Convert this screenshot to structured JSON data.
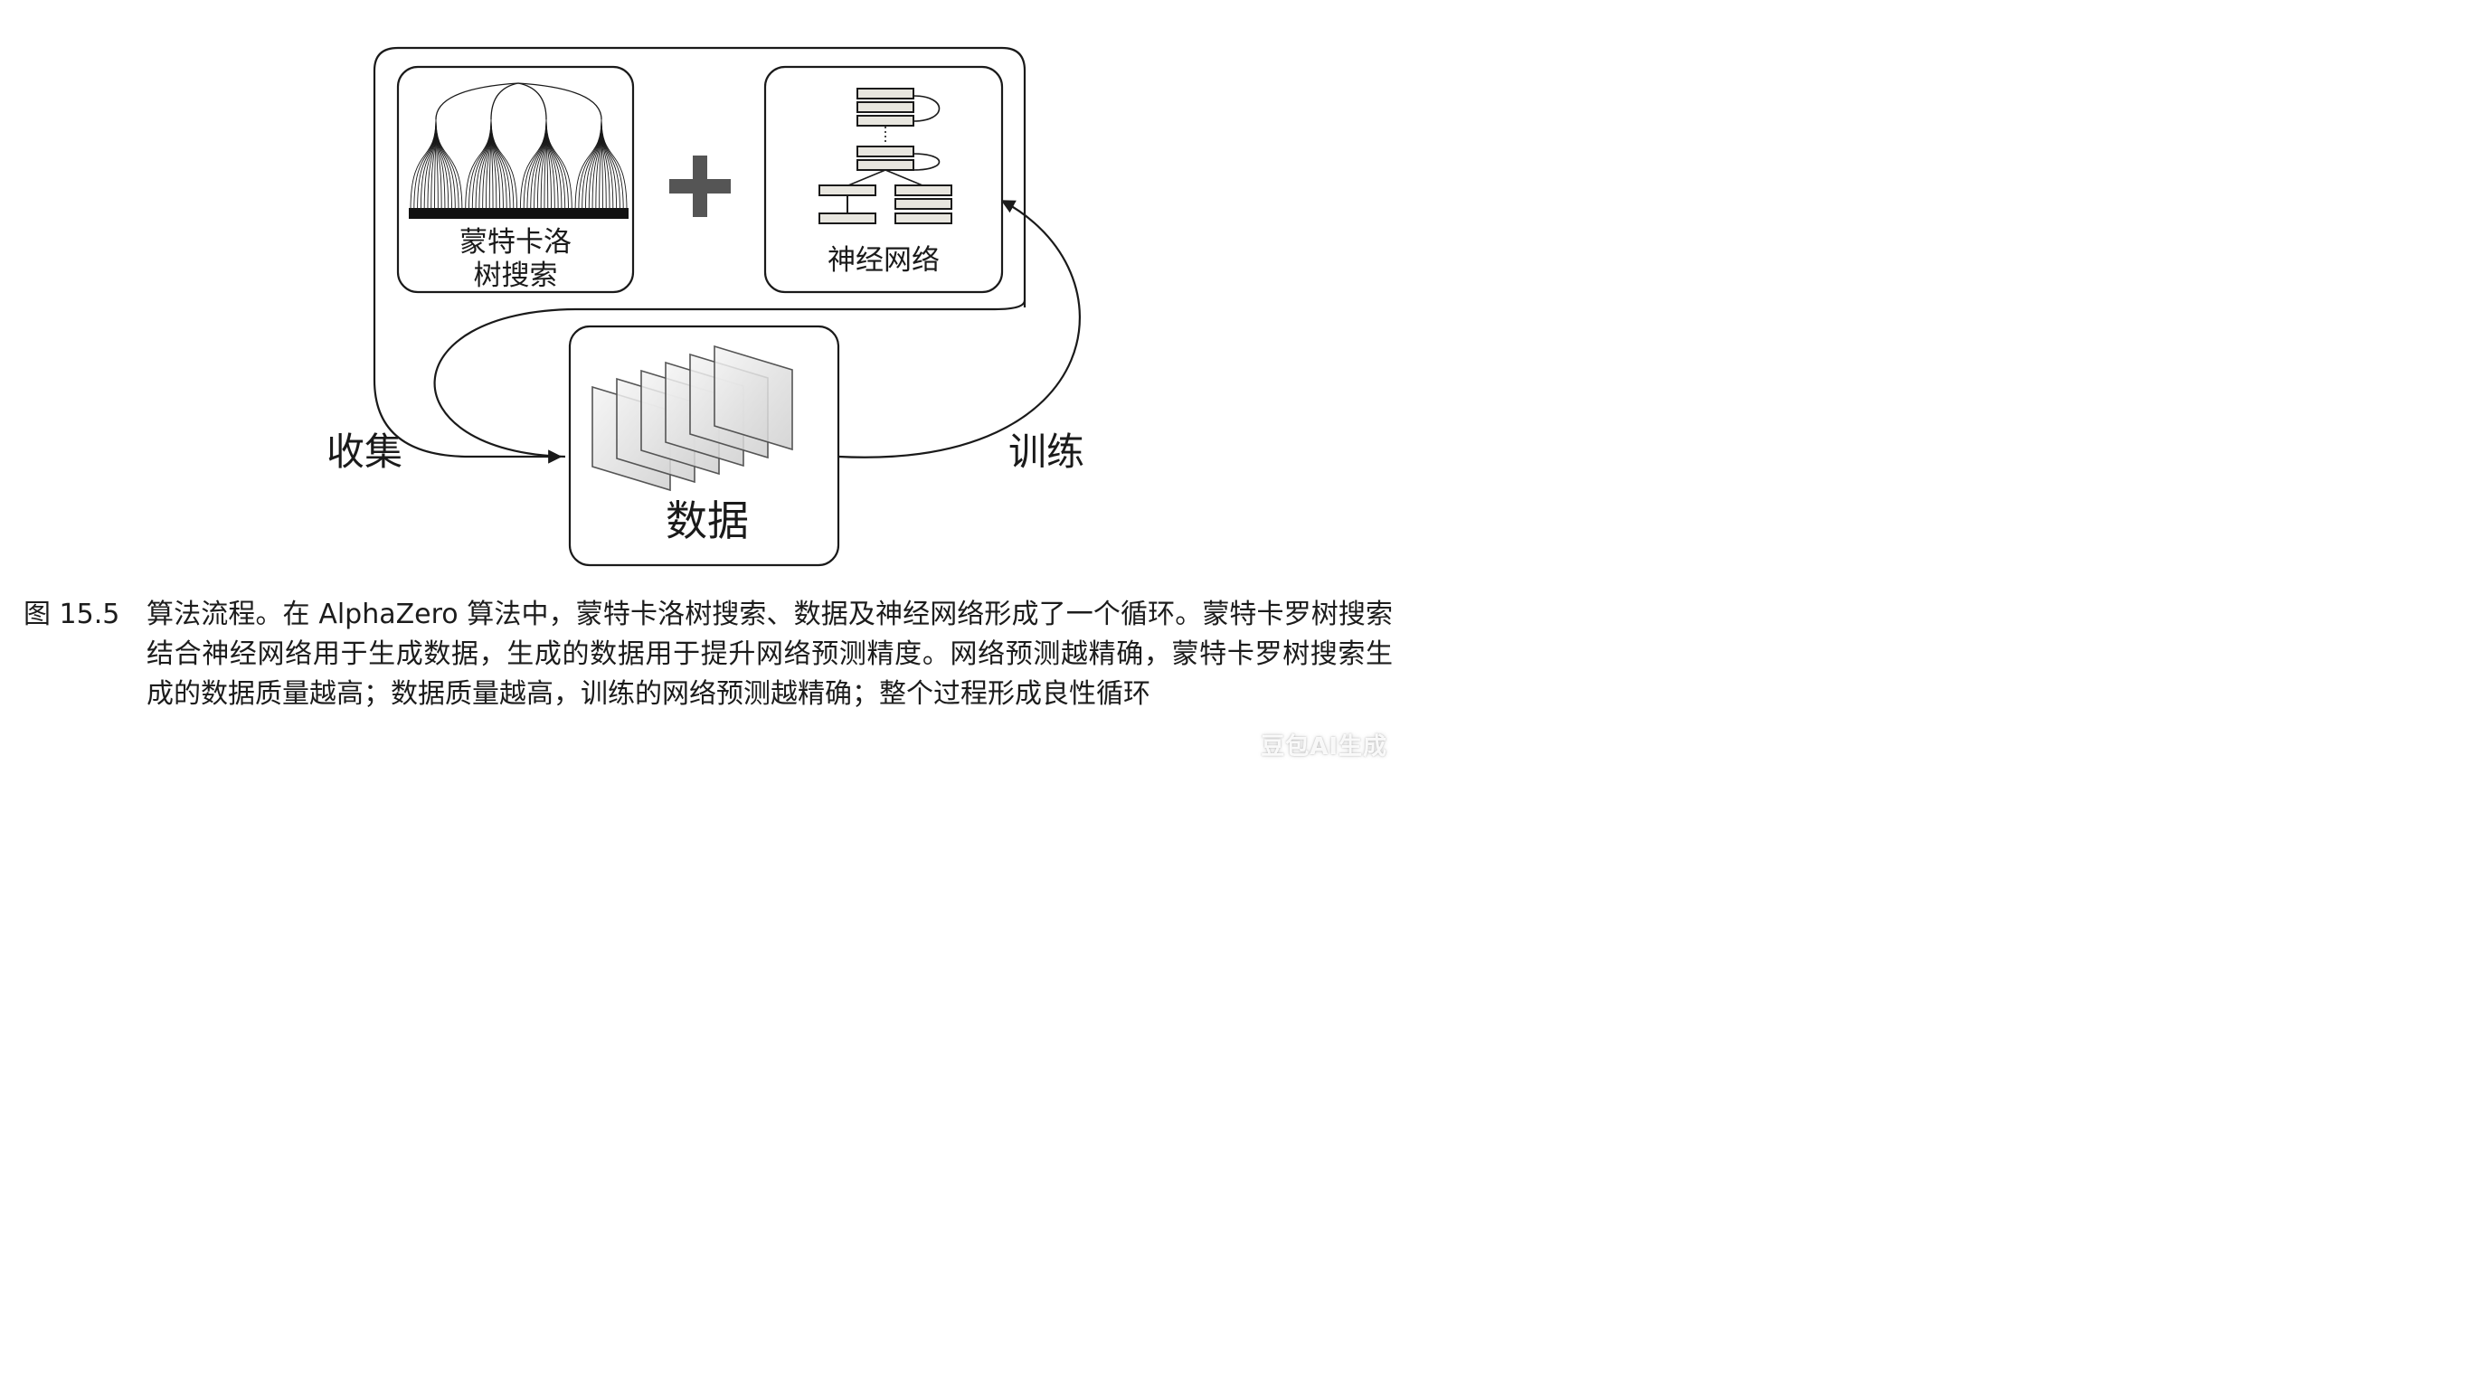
{
  "diagram": {
    "mcts_label_line1": "蒙特卡洛",
    "mcts_label_line2": "树搜索",
    "plus_sign": "+",
    "nn_label": "神经网络",
    "collect_label": "收集",
    "train_label": "训练",
    "data_label": "数据"
  },
  "caption": {
    "label": "图 15.5",
    "text": "算法流程。在 AlphaZero 算法中，蒙特卡洛树搜索、数据及神经网络形成了一个循环。蒙特卡罗树搜索结合神经网络用于生成数据，生成的数据用于提升网络预测精度。网络预测越精确，蒙特卡罗树搜索生成的数据质量越高；数据质量越高，训练的网络预测越精确；整个过程形成良性循环"
  },
  "watermark": "豆包AI生成",
  "colors": {
    "stroke": "#1a1a1a",
    "plus": "#555555",
    "layer_fill": "#e8e6df",
    "slice_fill": "#d9d9d9"
  }
}
